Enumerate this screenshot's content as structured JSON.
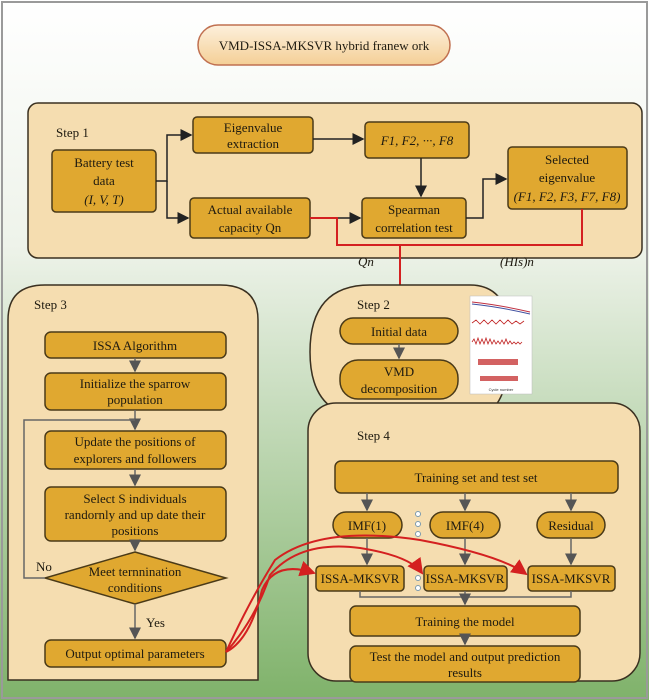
{
  "title": "VMD-ISSA-MKSVR hybrid franew ork",
  "colors": {
    "panel": "#f5ddb0",
    "box": "#e0a830",
    "arrow_red": "#d42020",
    "background_top": "#ffffff",
    "background_bottom": "#7fb26a"
  },
  "step1": {
    "label": "Step 1",
    "battery": [
      "Battery test",
      "data",
      "(I, V, T)"
    ],
    "eigen_extraction": [
      "Eigenvalue",
      "extraction"
    ],
    "features": "F1, F2, ···, F8",
    "capacity": [
      "Actual available",
      "capacity Qn"
    ],
    "spearman": [
      "Spearman",
      "correlation test"
    ],
    "selected": [
      "Selected",
      "eigenvalue",
      "(F1, F2, F3, F7, F8)"
    ]
  },
  "connector_labels": {
    "qn": "Qn",
    "his": "(HIs)n"
  },
  "step2": {
    "label": "Step 2",
    "initial": "Initial data",
    "vmd": [
      "VMD",
      "decomposition"
    ],
    "chart_xlabel": "Cycle number"
  },
  "step3": {
    "label": "Step 3",
    "issa": "ISSA Algorithm",
    "init": [
      "Initialize the sparrow",
      "population"
    ],
    "update": [
      "Update the positions of",
      "explorers and followers"
    ],
    "select": [
      "Select S individuals",
      "randornly and up date their",
      "positions"
    ],
    "meet": [
      "Meet ternnination",
      "conditions"
    ],
    "no": "No",
    "yes": "Yes",
    "output": "Output optimal parameters"
  },
  "step4": {
    "label": "Step 4",
    "training_set": "Training set and test set",
    "imf1": "IMF(1)",
    "imf4": "IMF(4)",
    "residual": "Residual",
    "model": "ISSA-MKSVR",
    "train": "Training the model",
    "test": [
      "Test the model and output prediction",
      "results"
    ]
  }
}
